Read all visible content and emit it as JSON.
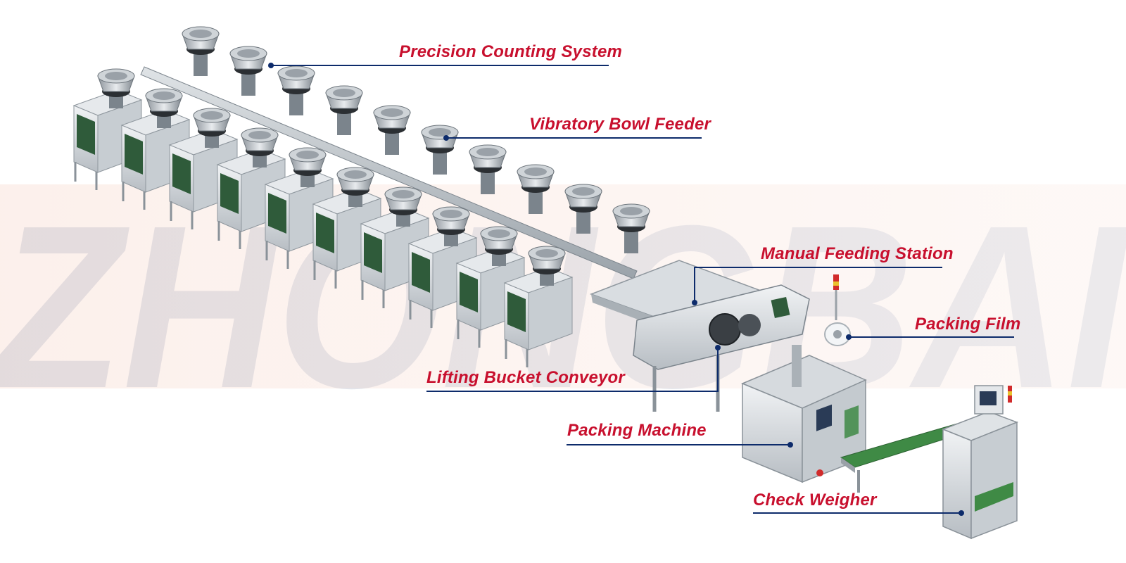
{
  "watermark": {
    "text": "ZHONGBAI"
  },
  "callouts": [
    {
      "id": "precision",
      "text": "Precision Counting System"
    },
    {
      "id": "vibratory",
      "text": "Vibratory Bowl Feeder"
    },
    {
      "id": "manual",
      "text": "Manual Feeding Station"
    },
    {
      "id": "film",
      "text": "Packing Film"
    },
    {
      "id": "lifting",
      "text": "Lifting Bucket Conveyor"
    },
    {
      "id": "packing",
      "text": "Packing Machine"
    },
    {
      "id": "weigher",
      "text": "Check Weigher"
    }
  ],
  "colors": {
    "label_text": "#c8102e",
    "leader_line": "#0d2b6b",
    "steel_light": "#e9ecef",
    "steel_mid": "#b9bfc5",
    "steel_dark": "#7b848c",
    "panel_green": "#2f5b3a",
    "belt_green": "#3f8a45",
    "watermark_red": "#f3c7b8",
    "watermark_blue": "#d6dde8"
  }
}
